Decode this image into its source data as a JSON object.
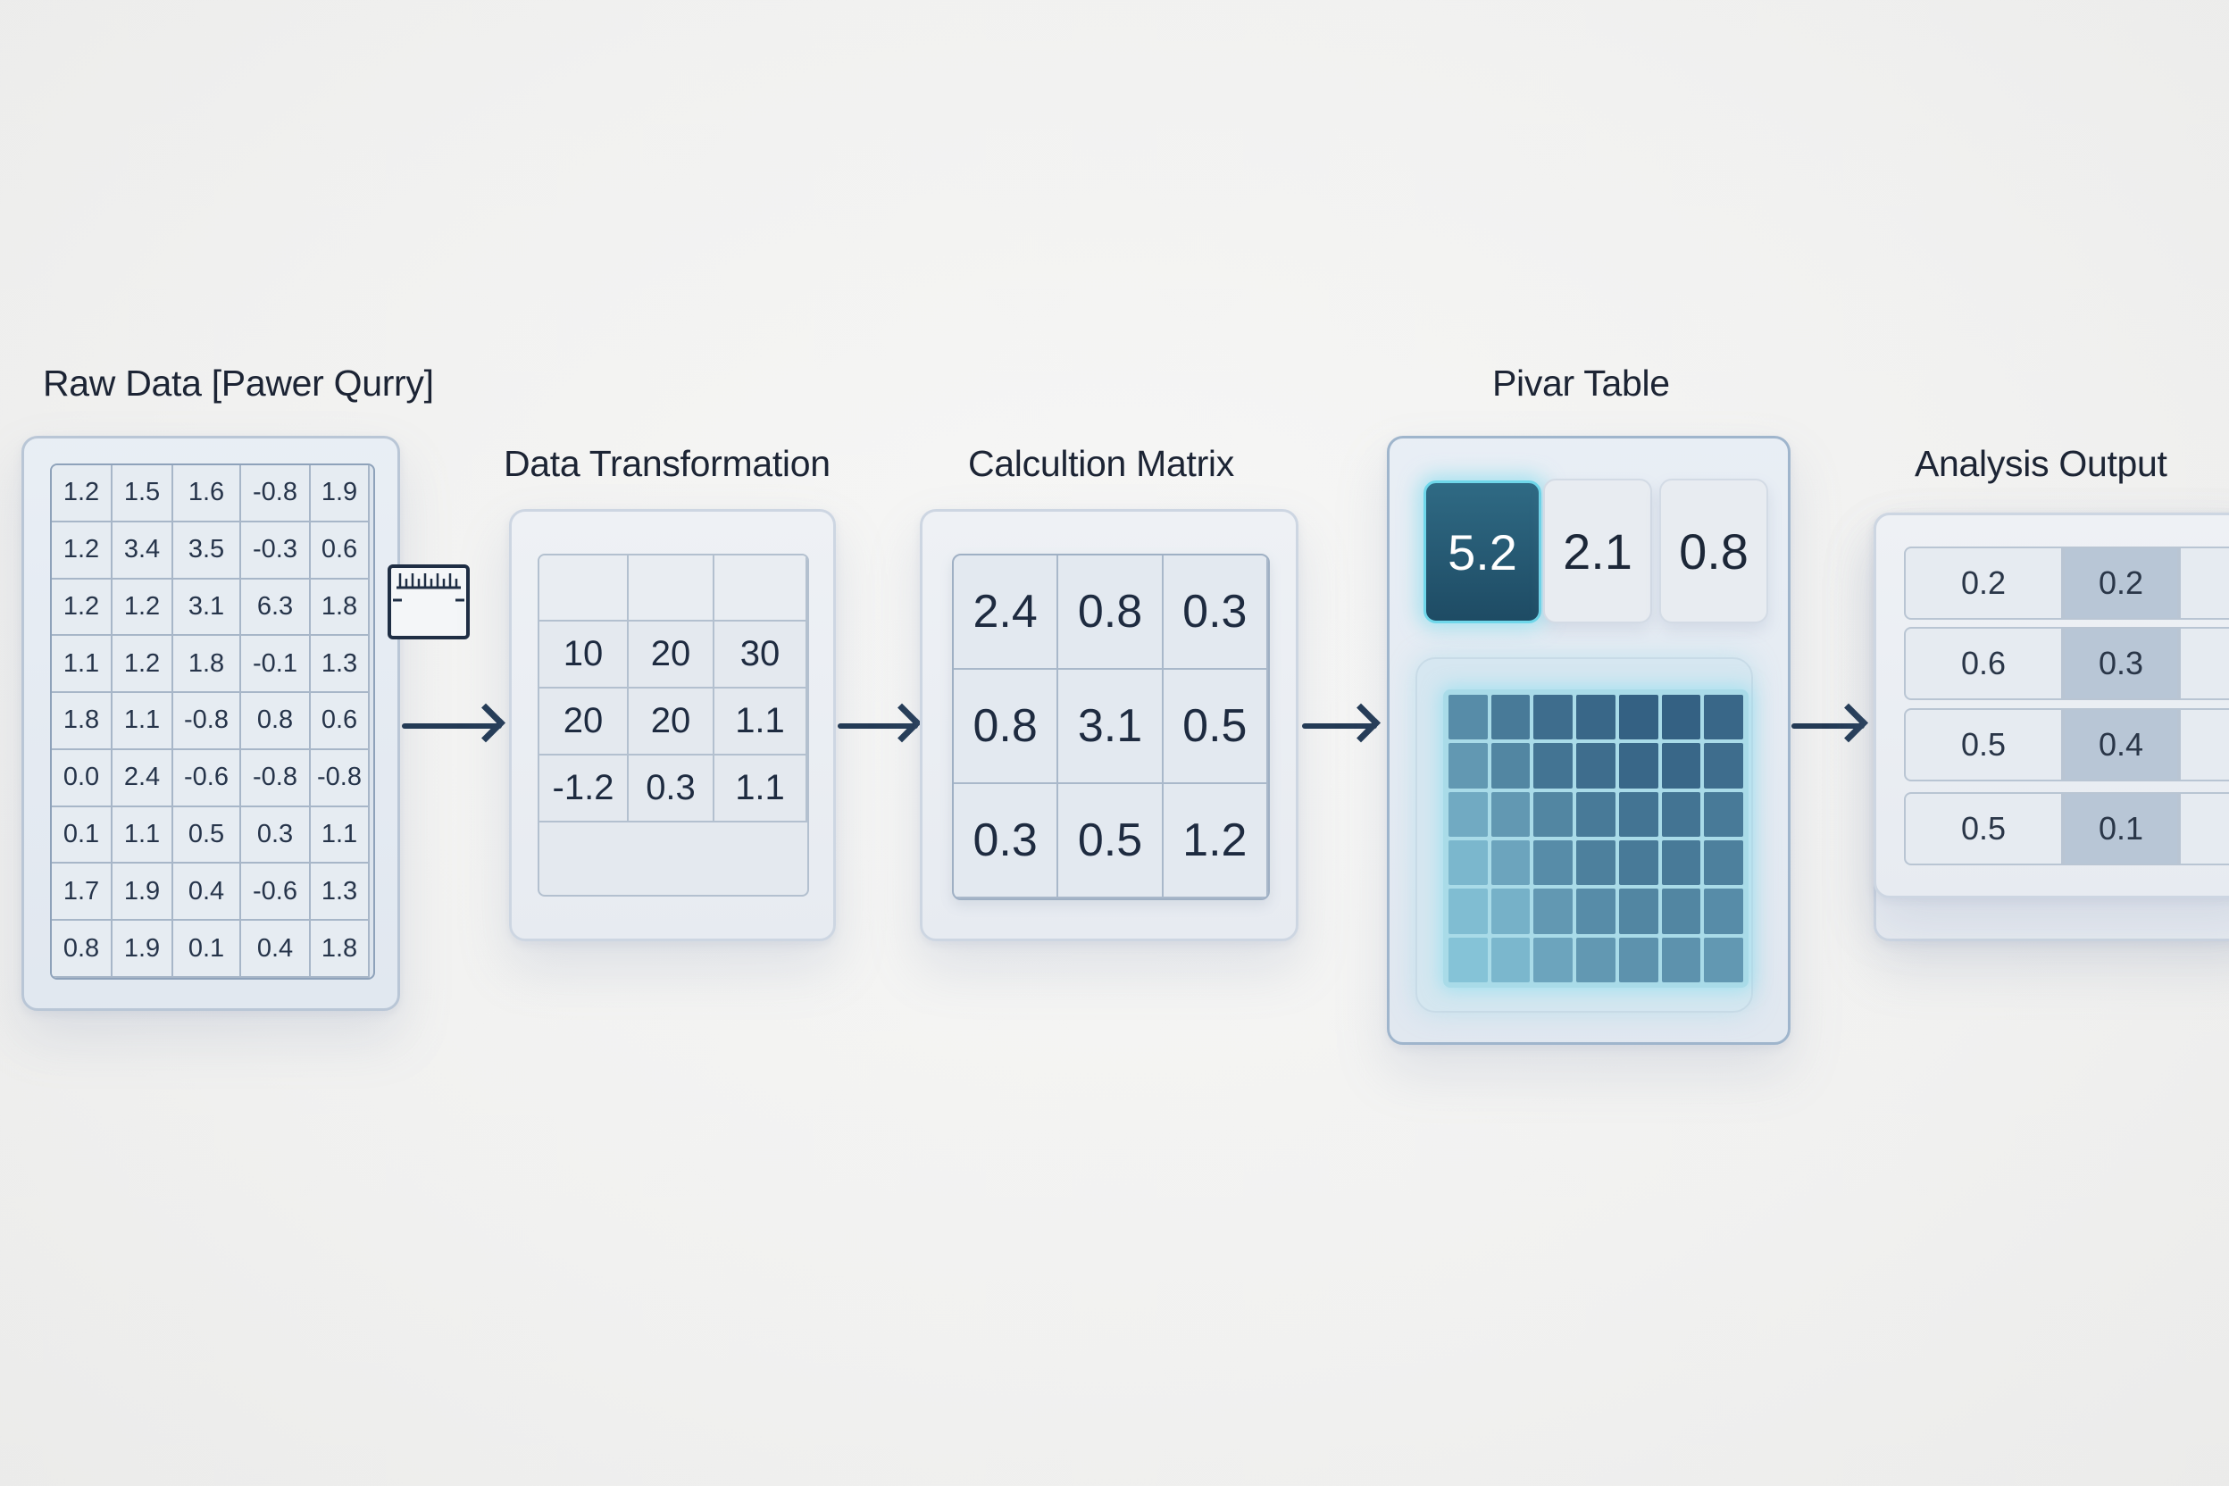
{
  "stages": {
    "raw": {
      "title": "Raw Data [Pawer Qurry]",
      "rows": [
        [
          "1.2",
          "1.5",
          "1.6",
          "-0.8",
          "1.9"
        ],
        [
          "1.2",
          "3.4",
          "3.5",
          "-0.3",
          "0.6"
        ],
        [
          "1.2",
          "1.2",
          "3.1",
          "6.3",
          "1.8"
        ],
        [
          "1.1",
          "1.2",
          "1.8",
          "-0.1",
          "1.3"
        ],
        [
          "1.8",
          "1.1",
          "-0.8",
          "0.8",
          "0.6"
        ],
        [
          "0.0",
          "2.4",
          "-0.6",
          "-0.8",
          "-0.8"
        ],
        [
          "0.1",
          "1.1",
          "0.5",
          "0.3",
          "1.1"
        ],
        [
          "1.7",
          "1.9",
          "0.4",
          "-0.6",
          "1.3"
        ],
        [
          "0.8",
          "1.9",
          "0.1",
          "0.4",
          "1.8"
        ]
      ]
    },
    "transform": {
      "title": "Data Transformation",
      "rows": [
        [
          "",
          "",
          ""
        ],
        [
          "10",
          "20",
          "30"
        ],
        [
          "20",
          "20",
          "1.1"
        ],
        [
          "-1.2",
          "0.3",
          "1.1"
        ]
      ]
    },
    "calc": {
      "title": "Calcultion Matrix",
      "rows": [
        [
          "2.4",
          "0.8",
          "0.3"
        ],
        [
          "0.8",
          "3.1",
          "0.5"
        ],
        [
          "0.3",
          "0.5",
          "1.2"
        ]
      ]
    },
    "pivot": {
      "title": "Pivar Table",
      "cards": [
        "5.2",
        "2.1",
        "0.8"
      ],
      "heatmap_levels": [
        [
          0.55,
          0.7,
          0.8,
          0.85,
          0.9,
          0.9,
          0.85
        ],
        [
          0.45,
          0.6,
          0.75,
          0.8,
          0.85,
          0.85,
          0.8
        ],
        [
          0.3,
          0.45,
          0.6,
          0.7,
          0.75,
          0.75,
          0.7
        ],
        [
          0.2,
          0.35,
          0.55,
          0.65,
          0.7,
          0.7,
          0.65
        ],
        [
          0.15,
          0.25,
          0.45,
          0.55,
          0.6,
          0.6,
          0.55
        ],
        [
          0.1,
          0.2,
          0.35,
          0.45,
          0.5,
          0.5,
          0.45
        ]
      ]
    },
    "output": {
      "title": "Analysis Output",
      "rows": [
        [
          "0.2",
          "0.2",
          ""
        ],
        [
          "0.6",
          "0.3",
          ""
        ],
        [
          "0.5",
          "0.4",
          ""
        ],
        [
          "0.5",
          "0.1",
          ""
        ]
      ]
    }
  },
  "colors": {
    "arrow": "#233a55",
    "highlight": "#6fd7ea",
    "heat_dark": "#1f4a66",
    "heat_light": "#9fd6e6"
  },
  "icons": [
    "ruler-icon"
  ]
}
